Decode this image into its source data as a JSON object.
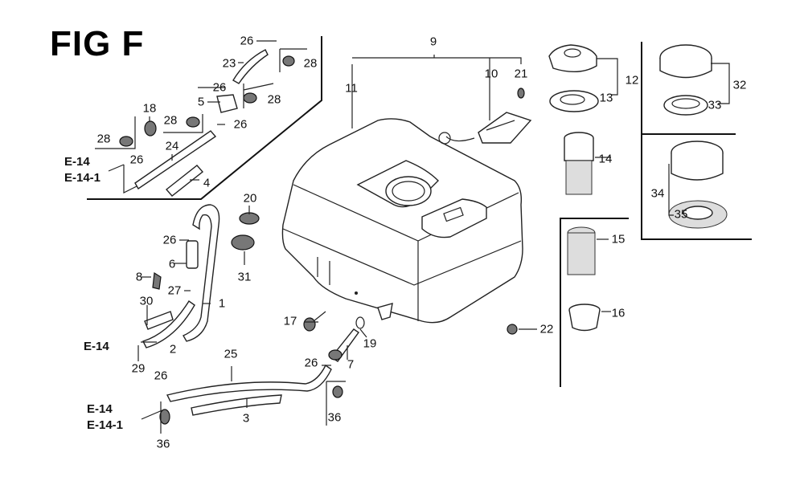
{
  "figure": {
    "title": "FIG F",
    "subject": "Fuel tank assembly exploded parts diagram"
  },
  "part_labels": [
    {
      "id": "1",
      "text": "1"
    },
    {
      "id": "2",
      "text": "2"
    },
    {
      "id": "3",
      "text": "3"
    },
    {
      "id": "4",
      "text": "4"
    },
    {
      "id": "5",
      "text": "5"
    },
    {
      "id": "6",
      "text": "6"
    },
    {
      "id": "7",
      "text": "7"
    },
    {
      "id": "8",
      "text": "8"
    },
    {
      "id": "9",
      "text": "9"
    },
    {
      "id": "10",
      "text": "10"
    },
    {
      "id": "11",
      "text": "11"
    },
    {
      "id": "12",
      "text": "12"
    },
    {
      "id": "13",
      "text": "13"
    },
    {
      "id": "14",
      "text": "14"
    },
    {
      "id": "15",
      "text": "15"
    },
    {
      "id": "16",
      "text": "16"
    },
    {
      "id": "17",
      "text": "17"
    },
    {
      "id": "18",
      "text": "18"
    },
    {
      "id": "19",
      "text": "19"
    },
    {
      "id": "20",
      "text": "20"
    },
    {
      "id": "21",
      "text": "21"
    },
    {
      "id": "22",
      "text": "22"
    },
    {
      "id": "23",
      "text": "23"
    },
    {
      "id": "24",
      "text": "24"
    },
    {
      "id": "25",
      "text": "25"
    },
    {
      "id": "26a",
      "text": "26"
    },
    {
      "id": "26b",
      "text": "26"
    },
    {
      "id": "26c",
      "text": "26"
    },
    {
      "id": "26d",
      "text": "26"
    },
    {
      "id": "26e",
      "text": "26"
    },
    {
      "id": "26f",
      "text": "26"
    },
    {
      "id": "26g",
      "text": "26"
    },
    {
      "id": "27",
      "text": "27"
    },
    {
      "id": "28a",
      "text": "28"
    },
    {
      "id": "28b",
      "text": "28"
    },
    {
      "id": "28c",
      "text": "28"
    },
    {
      "id": "28d",
      "text": "28"
    },
    {
      "id": "29",
      "text": "29"
    },
    {
      "id": "30",
      "text": "30"
    },
    {
      "id": "31",
      "text": "31"
    },
    {
      "id": "32",
      "text": "32"
    },
    {
      "id": "33",
      "text": "33"
    },
    {
      "id": "34",
      "text": "34"
    },
    {
      "id": "35",
      "text": "35"
    },
    {
      "id": "36a",
      "text": "36"
    },
    {
      "id": "36b",
      "text": "36"
    }
  ],
  "references": [
    {
      "id": "ref-top-1",
      "text": "E-14"
    },
    {
      "id": "ref-top-2",
      "text": "E-14-1"
    },
    {
      "id": "ref-mid",
      "text": "E-14"
    },
    {
      "id": "ref-bot-1",
      "text": "E-14"
    },
    {
      "id": "ref-bot-2",
      "text": "E-14-1"
    }
  ]
}
